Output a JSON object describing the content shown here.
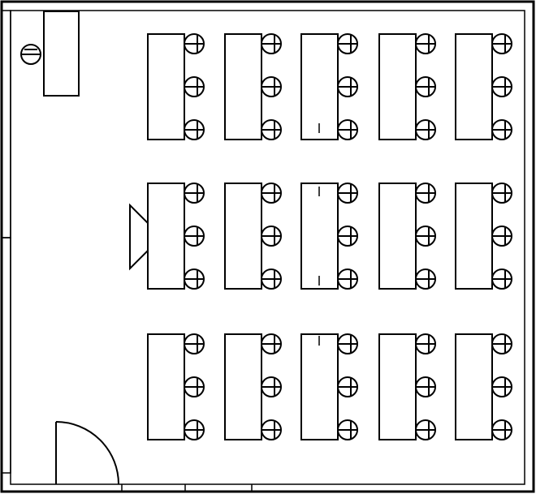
{
  "title": "",
  "room": {
    "desk_rows": 3,
    "desk_columns": 5,
    "chairs_per_desk": 3,
    "has_door": true,
    "has_teacher_desk": true,
    "has_projector": true
  },
  "colors": {
    "line": "#000000",
    "background": "#ffffff"
  },
  "icons": {
    "desk": "desk-rectangle",
    "chair": "chair-icon",
    "door": "door-swing-icon",
    "projector": "projector-icon"
  }
}
